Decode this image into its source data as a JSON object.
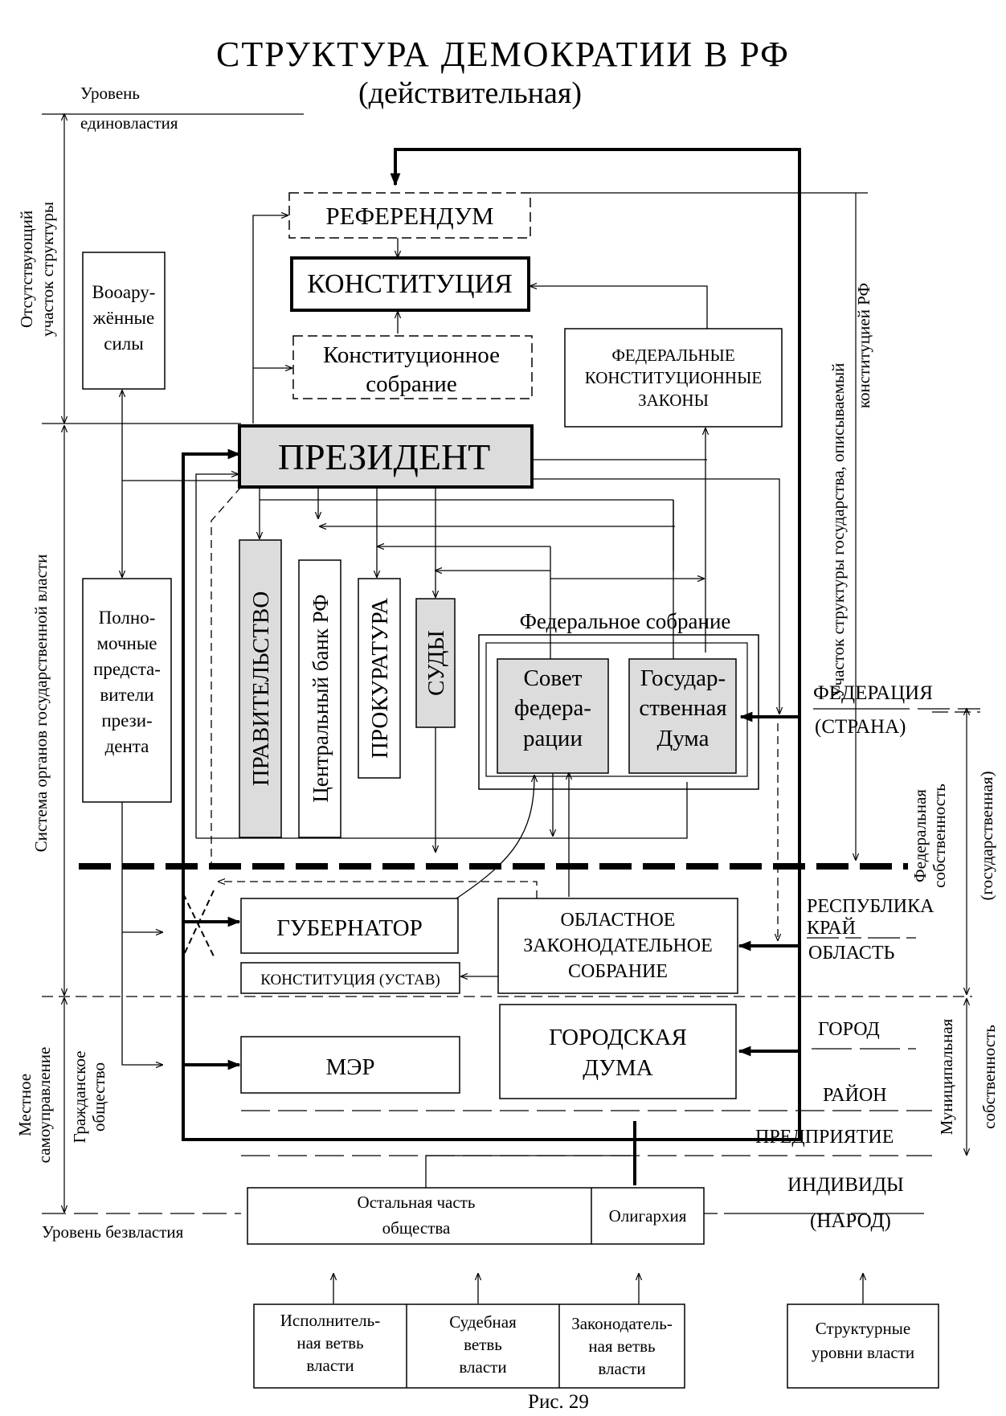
{
  "title": {
    "main": "СТРУКТУРА ДЕМОКРАТИИ В РФ",
    "sub": "(действительная)"
  },
  "side": {
    "level_top_1": "Уровень",
    "level_top_2": "единовластия",
    "missing_1": "Отсутствующий",
    "missing_2": "участок структуры",
    "gov_system": "Система органов государственной власти",
    "local_1": "Местное",
    "local_2": "самоуправление",
    "civil_1": "Гражданское",
    "civil_2": "общество",
    "level_bottom": "Уровень безвластия",
    "constitution_part_1": "Участок структуры государства, описываемый",
    "constitution_part_2": "конституцией РФ",
    "federal_prop_1": "Федеральная",
    "federal_prop_2": "собственность",
    "federal_prop_3": "(государственная)",
    "municipal_prop_1": "Муниципальная",
    "municipal_prop_2": "собственность"
  },
  "levels": {
    "federation": "ФЕДЕРАЦИЯ",
    "country": "(СТРАНА)",
    "republic": "РЕСПУБЛИКА",
    "krai": "КРАЙ",
    "oblast": "ОБЛАСТЬ",
    "city": "ГОРОД",
    "district": "РАЙОН",
    "enterprise": "ПРЕДПРИЯТИЕ",
    "individuals": "ИНДИВИДЫ",
    "people": "(НАРОД)"
  },
  "boxes": {
    "referendum": "РЕФЕРЕНДУМ",
    "constitution": "КОНСТИТУЦИЯ",
    "const_assembly_1": "Конституционное",
    "const_assembly_2": "собрание",
    "fed_laws_1": "ФЕДЕРАЛЬНЫЕ",
    "fed_laws_2": "КОНСТИТУЦИОННЫЕ",
    "fed_laws_3": "ЗАКОНЫ",
    "armed_1": "Вооару-",
    "armed_2": "жённые",
    "armed_3": "силы",
    "president": "ПРЕЗИДЕНТ",
    "government": "ПРАВИТЕЛЬСТВО",
    "central_bank": "Центральный банк РФ",
    "prosecutor": "ПРОКУРАТУРА",
    "courts": "СУДЫ",
    "fed_assembly": "Федеральное собрание",
    "fed_council_1": "Совет",
    "fed_council_2": "федера-",
    "fed_council_3": "рации",
    "duma_1": "Государ-",
    "duma_2": "ственная",
    "duma_3": "Дума",
    "envoys_1": "Полно-",
    "envoys_2": "мочные",
    "envoys_3": "предста-",
    "envoys_4": "вители",
    "envoys_5": "прези-",
    "envoys_6": "дента",
    "governor": "ГУБЕРНАТОР",
    "charter": "КОНСТИТУЦИЯ (УСТАВ)",
    "reg_assembly_1": "ОБЛАСТНОЕ",
    "reg_assembly_2": "ЗАКОНОДАТЕЛЬНОЕ",
    "reg_assembly_3": "СОБРАНИЕ",
    "mayor": "МЭР",
    "city_duma_1": "ГОРОДСКАЯ",
    "city_duma_2": "ДУМА",
    "society_1": "Остальная часть",
    "society_2": "общества",
    "oligarchy": "Олигархия"
  },
  "legend": {
    "executive_1": "Исполнитель-",
    "executive_2": "ная ветвь",
    "executive_3": "власти",
    "judicial_1": "Судебная",
    "judicial_2": "ветвь",
    "judicial_3": "власти",
    "legislative_1": "Законодатель-",
    "legislative_2": "ная ветвь",
    "legislative_3": "власти",
    "structural_1": "Структурные",
    "structural_2": "уровни власти"
  },
  "caption": "Рис. 29"
}
